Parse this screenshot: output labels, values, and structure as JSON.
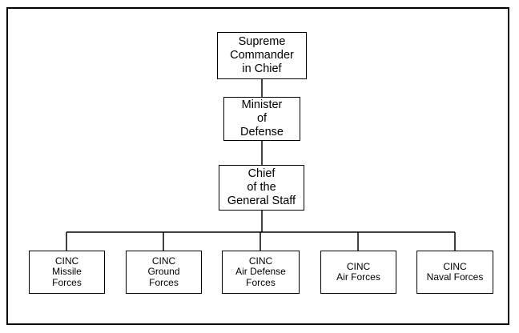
{
  "diagram": {
    "nodes": {
      "supreme_commander": "Supreme\nCommander\nin Chief",
      "minister_of_defense": "Minister\nof\nDefense",
      "chief_of_general_staff": "Chief\nof the\nGeneral Staff",
      "cinc_missile_forces": "CINC\nMissile\nForces",
      "cinc_ground_forces": "CINC\nGround\nForces",
      "cinc_air_defense_forces": "CINC\nAir Defense\nForces",
      "cinc_air_forces": "CINC\nAir Forces",
      "cinc_naval_forces": "CINC\nNaval Forces"
    },
    "edges": [
      {
        "from": "supreme_commander",
        "to": "minister_of_defense"
      },
      {
        "from": "minister_of_defense",
        "to": "chief_of_general_staff"
      },
      {
        "from": "chief_of_general_staff",
        "to": "cinc_missile_forces"
      },
      {
        "from": "chief_of_general_staff",
        "to": "cinc_ground_forces"
      },
      {
        "from": "chief_of_general_staff",
        "to": "cinc_air_defense_forces"
      },
      {
        "from": "chief_of_general_staff",
        "to": "cinc_air_forces"
      },
      {
        "from": "chief_of_general_staff",
        "to": "cinc_naval_forces"
      }
    ]
  }
}
